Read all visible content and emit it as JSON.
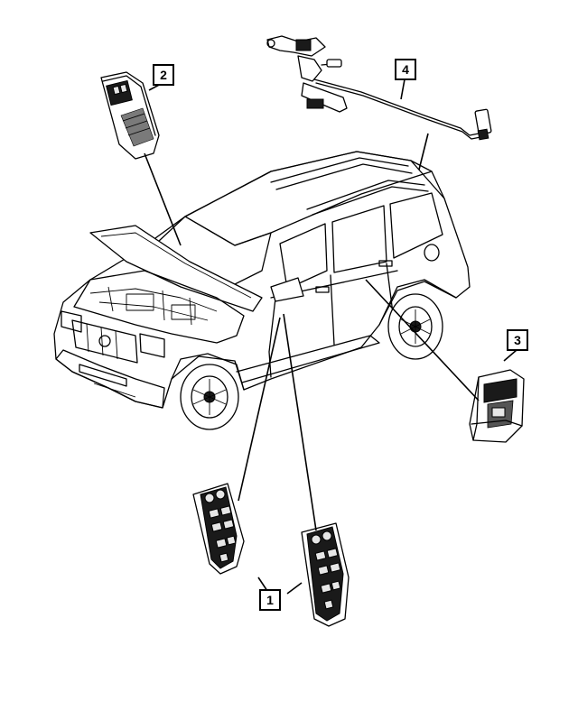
{
  "callouts": {
    "c1": "1",
    "c2": "2",
    "c3": "3",
    "c4": "4"
  },
  "colors": {
    "line": "#000000",
    "background": "#ffffff"
  },
  "parts": [
    {
      "callout": "1",
      "icon": "driver-door-switch-icon"
    },
    {
      "callout": "2",
      "icon": "overhead-console-switch-icon"
    },
    {
      "callout": "3",
      "icon": "rear-door-switch-icon"
    },
    {
      "callout": "4",
      "icon": "wiring-harness-icon"
    }
  ]
}
